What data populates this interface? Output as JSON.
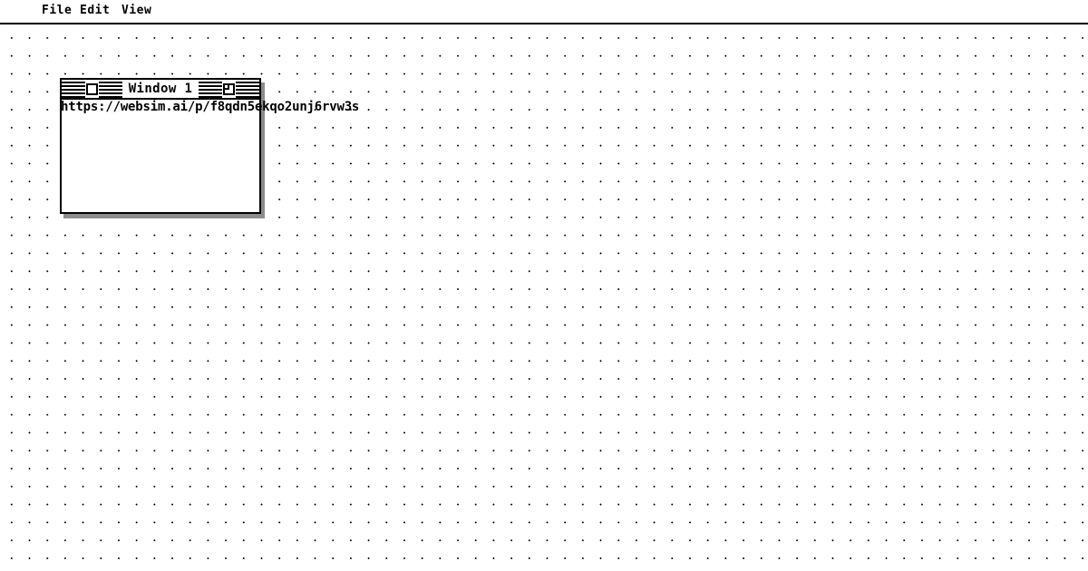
{
  "menubar": {
    "items": [
      {
        "label": "File"
      },
      {
        "label": "Edit"
      },
      {
        "label": "View"
      }
    ]
  },
  "window": {
    "title": "Window 1",
    "url": "https://websim.ai/p/f8qdn5ekqo2unj6rvw3s",
    "close_box_name": "close-box",
    "zoom_box_name": "zoom-box"
  },
  "desktop": {
    "pattern": "dotted-grid",
    "background_color": "#ffffff",
    "dot_color": "#000000",
    "shadow_color": "#8c8c8c"
  }
}
